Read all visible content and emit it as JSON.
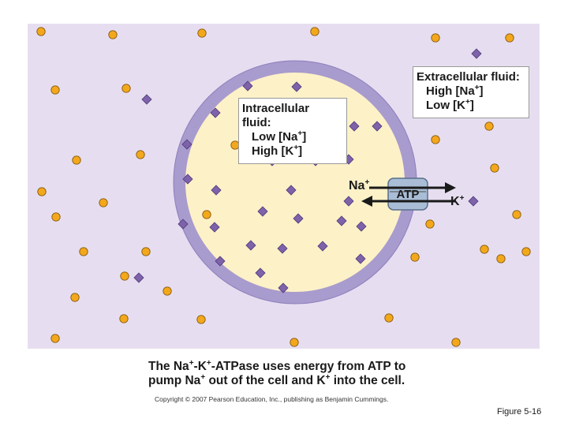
{
  "colors": {
    "extracellular_bg": "#e6def0",
    "membrane": "#a89bcd",
    "intracellular_bg": "#fdf1c8",
    "sodium_dot": "#f3a81c",
    "potassium_diamond": "#7e62aa",
    "pump": "#a9bdd6"
  },
  "intracellular_box": {
    "title": "Intracellular fluid:",
    "line1_prefix": "Low [Na",
    "line1_sup": "+",
    "line1_suffix": "]",
    "line2_prefix": "High [K",
    "line2_sup": "+",
    "line2_suffix": "]"
  },
  "extracellular_box": {
    "title": "Extracellular fluid:",
    "line1_prefix": "High [Na",
    "line1_sup": "+",
    "line1_suffix": "]",
    "line2_prefix": "Low [K",
    "line2_sup": "+",
    "line2_suffix": "]"
  },
  "pump": {
    "na_label": "Na",
    "na_sup": "+",
    "atp_label": "ATP",
    "k_label": "K",
    "k_sup": "+"
  },
  "caption": {
    "part1": "The Na",
    "sup1": "+",
    "part2": "-K",
    "sup2": "+",
    "part3": "-ATPase uses energy from ATP to",
    "part4": "pump Na",
    "sup3": "+",
    "part5": " out of the cell and K",
    "sup4": "+",
    "part6": " into the cell."
  },
  "copyright": "Copyright © 2007 Pearson Education, Inc., publishing as Benjamin Cummings.",
  "figure_number": "Figure 5-16",
  "icons": {
    "sodium_ion": "orange-circle",
    "potassium_ion": "purple-diamond"
  }
}
